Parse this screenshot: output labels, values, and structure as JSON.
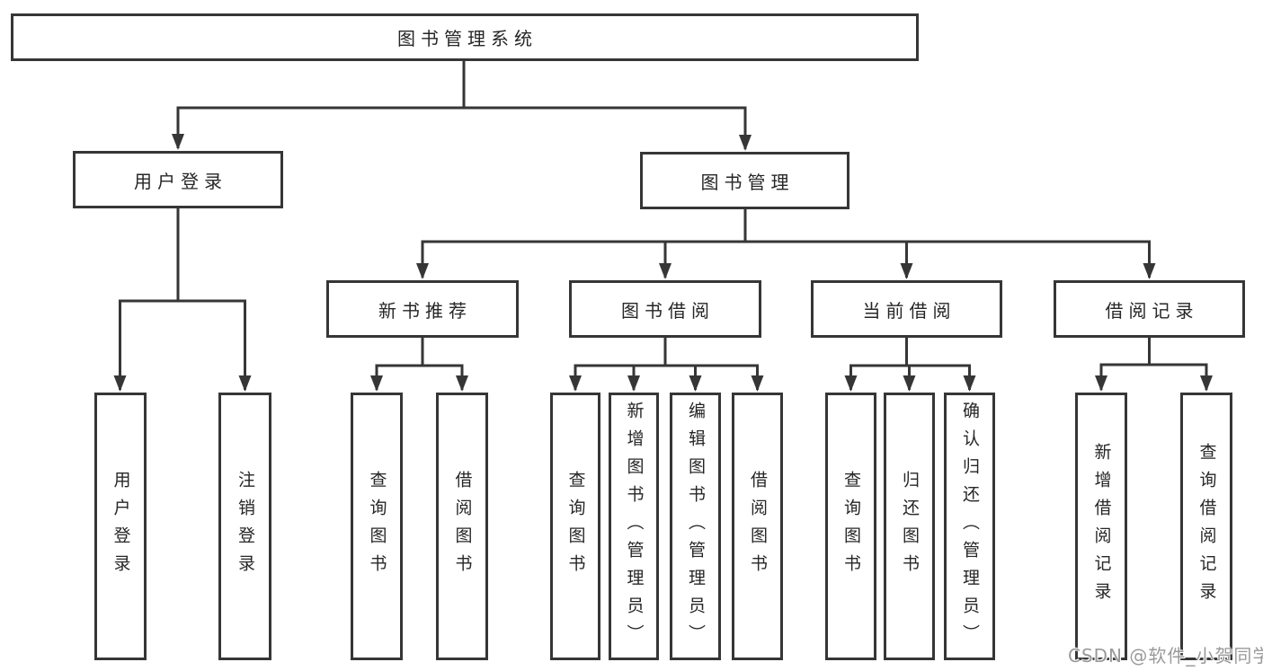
{
  "diagram": {
    "type": "tree",
    "background": "#ffffff",
    "line_color": "#363636",
    "text_color": "#262626",
    "tree": {
      "label": "图书管理系统",
      "children": [
        {
          "label": "用户登录",
          "children": [
            {
              "label": "用户登录"
            },
            {
              "label": "注销登录"
            }
          ]
        },
        {
          "label": "图书管理",
          "children": [
            {
              "label": "新书推荐",
              "children": [
                {
                  "label": "查询图书"
                },
                {
                  "label": "借阅图书"
                }
              ]
            },
            {
              "label": "图书借阅",
              "children": [
                {
                  "label": "查询图书"
                },
                {
                  "label": "新增图书（管理员）"
                },
                {
                  "label": "编辑图书（管理员）"
                },
                {
                  "label": "借阅图书"
                }
              ]
            },
            {
              "label": "当前借阅",
              "children": [
                {
                  "label": "查询图书"
                },
                {
                  "label": "归还图书"
                },
                {
                  "label": "确认归还（管理员）"
                }
              ]
            },
            {
              "label": "借阅记录",
              "children": [
                {
                  "label": "新增借阅记录"
                },
                {
                  "label": "查询借阅记录"
                }
              ]
            }
          ]
        }
      ]
    }
  },
  "watermark": {
    "text": "CSDN @软件_小贺同学",
    "color": "#9a9a9a"
  }
}
